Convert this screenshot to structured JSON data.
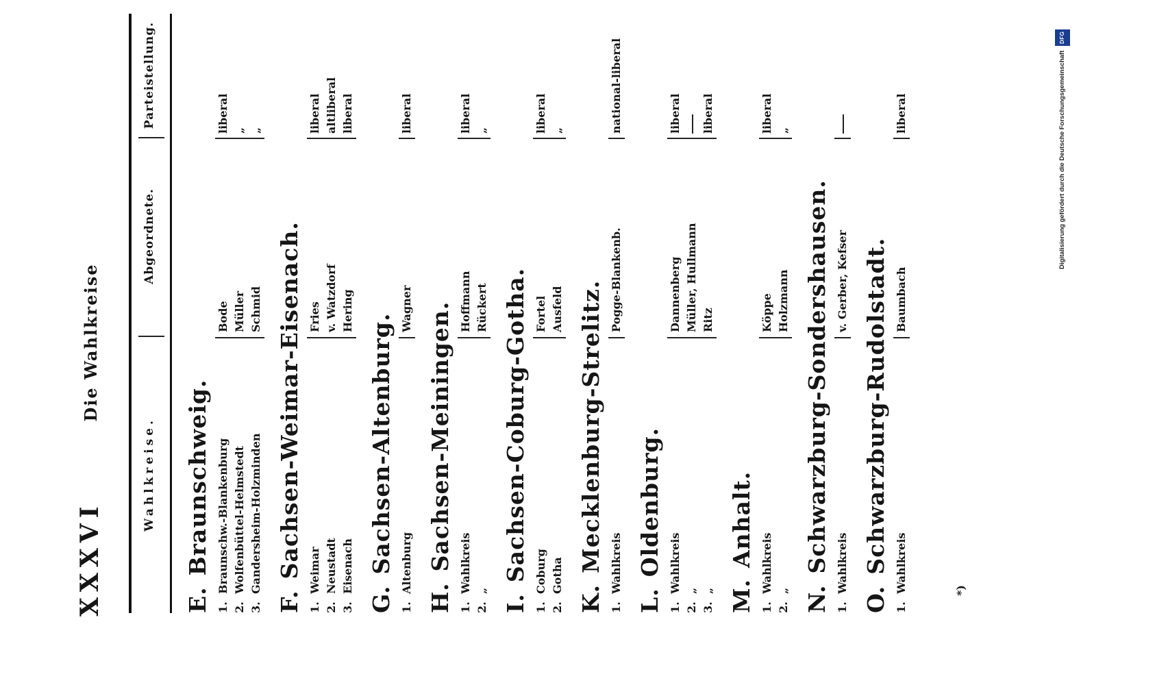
{
  "page": {
    "number": "XXXVI",
    "running_title": "Die Wahlkreise"
  },
  "table_headers": {
    "col1": "Wahlkreise.",
    "col2": "Abgeordnete.",
    "col3": "Parteistellung."
  },
  "sections": [
    {
      "letter": "E.",
      "name": "Braunschweig.",
      "rows": [
        {
          "num": "1.",
          "wahlkreis": "Braunschw.-Blankenburg",
          "abgeordnete": "Bode",
          "partei": "liberal"
        },
        {
          "num": "2.",
          "wahlkreis": "Wolfenbüttel-Helmstedt",
          "abgeordnete": "Müller",
          "partei": "„"
        },
        {
          "num": "3.",
          "wahlkreis": "Gandersheim-Holzminden",
          "abgeordnete": "Schmid",
          "partei": "„"
        }
      ]
    },
    {
      "letter": "F.",
      "name": "Sachsen-Weimar-Eisenach.",
      "rows": [
        {
          "num": "1.",
          "wahlkreis": "Weimar",
          "abgeordnete": "Fries",
          "partei": "liberal"
        },
        {
          "num": "2.",
          "wahlkreis": "Neustadt",
          "abgeordnete": "v. Watzdorf",
          "partei": "altliberal"
        },
        {
          "num": "3.",
          "wahlkreis": "Eisenach",
          "abgeordnete": "Hering",
          "partei": "liberal"
        }
      ]
    },
    {
      "letter": "G.",
      "name": "Sachsen-Altenburg.",
      "rows": [
        {
          "num": "1.",
          "wahlkreis": "Altenburg",
          "abgeordnete": "Wagner",
          "partei": "liberal"
        }
      ]
    },
    {
      "letter": "H.",
      "name": "Sachsen-Meiningen.",
      "rows": [
        {
          "num": "1.",
          "wahlkreis": "Wahlkreis",
          "abgeordnete": "Hoffmann",
          "partei": "liberal"
        },
        {
          "num": "2.",
          "wahlkreis": "„",
          "abgeordnete": "Rückert",
          "partei": "„"
        }
      ]
    },
    {
      "letter": "I.",
      "name": "Sachsen-Coburg-Gotha.",
      "rows": [
        {
          "num": "1.",
          "wahlkreis": "Coburg",
          "abgeordnete": "Fortel",
          "partei": "liberal"
        },
        {
          "num": "2.",
          "wahlkreis": "Gotha",
          "abgeordnete": "Ausfeld",
          "partei": "„"
        }
      ]
    },
    {
      "letter": "K.",
      "name": "Mecklenburg-Strelitz.",
      "rows": [
        {
          "num": "1.",
          "wahlkreis": "Wahlkreis",
          "abgeordnete": "Pogge-Blankenb.",
          "partei": "national-liberal"
        }
      ]
    },
    {
      "letter": "L.",
      "name": "Oldenburg.",
      "rows": [
        {
          "num": "1.",
          "wahlkreis": "Wahlkreis",
          "abgeordnete": "Dannenberg",
          "partei": "liberal"
        },
        {
          "num": "2.",
          "wahlkreis": "„",
          "abgeordnete": "Müller, Hullmann",
          "partei": "—"
        },
        {
          "num": "3.",
          "wahlkreis": "„",
          "abgeordnete": "Ritz",
          "partei": "liberal"
        }
      ]
    },
    {
      "letter": "M.",
      "name": "Anhalt.",
      "rows": [
        {
          "num": "1.",
          "wahlkreis": "Wahlkreis",
          "abgeordnete": "Köppe",
          "partei": "liberal"
        },
        {
          "num": "2.",
          "wahlkreis": "„",
          "abgeordnete": "Holzmann",
          "partei": "„"
        }
      ]
    },
    {
      "letter": "N.",
      "name": "Schwarzburg-Sondershausen.",
      "rows": [
        {
          "num": "1.",
          "wahlkreis": "Wahlkreis",
          "abgeordnete": "v. Gerber, Kefser",
          "partei": "—"
        }
      ]
    },
    {
      "letter": "O.",
      "name": "Schwarzburg-Rudolstadt.",
      "rows": [
        {
          "num": "1.",
          "wahlkreis": "Wahlkreis",
          "abgeordnete": "Baumbach",
          "partei": "liberal"
        }
      ]
    }
  ],
  "footnote": "*)",
  "stamp": {
    "text": "Digitalisierung gefördert durch die Deutsche Forschungsgemeinschaft",
    "logo": "DFG"
  }
}
